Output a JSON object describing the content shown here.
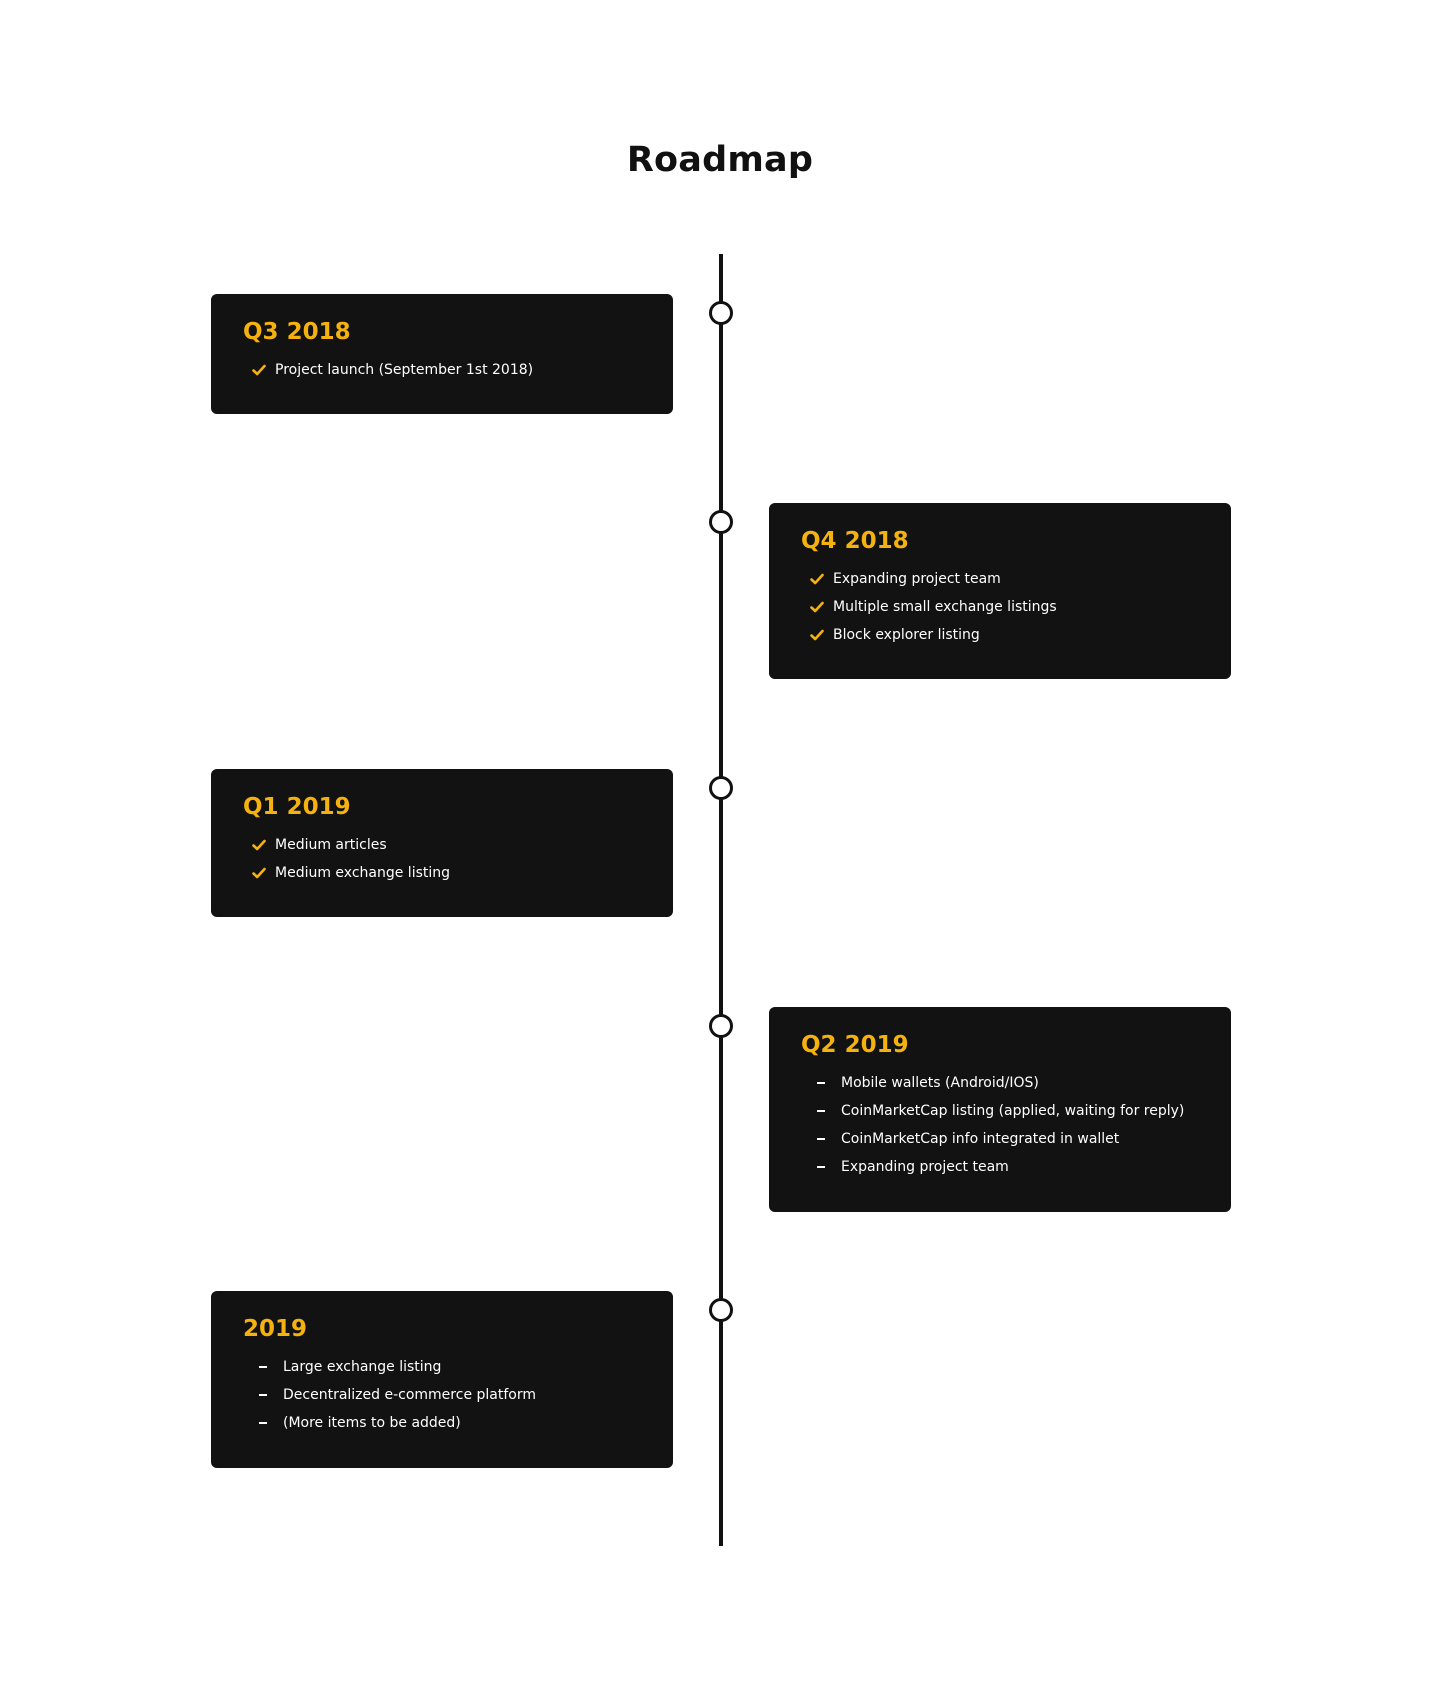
{
  "page": {
    "title": "Roadmap"
  },
  "colors": {
    "accent": "#f5b20e",
    "card_bg": "#121212",
    "line": "#111111",
    "text": "#ffffff"
  },
  "roadmap": [
    {
      "title": "Q3 2018",
      "bullet": "check-icon",
      "items": [
        "Project launch (September 1st 2018)"
      ]
    },
    {
      "title": "Q4 2018",
      "bullet": "check-icon",
      "items": [
        "Expanding project team",
        "Multiple small exchange listings",
        "Block explorer listing"
      ]
    },
    {
      "title": "Q1 2019",
      "bullet": "check-icon",
      "items": [
        "Medium articles",
        "Medium exchange listing"
      ]
    },
    {
      "title": "Q2 2019",
      "bullet": "dash-icon",
      "items": [
        "Mobile wallets (Android/IOS)",
        "CoinMarketCap listing (applied, waiting for reply)",
        "CoinMarketCap info integrated in wallet",
        "Expanding project team"
      ]
    },
    {
      "title": "2019",
      "bullet": "dash-icon",
      "items": [
        "Large exchange listing",
        "Decentralized e-commerce platform",
        "(More items to be added)"
      ]
    }
  ]
}
